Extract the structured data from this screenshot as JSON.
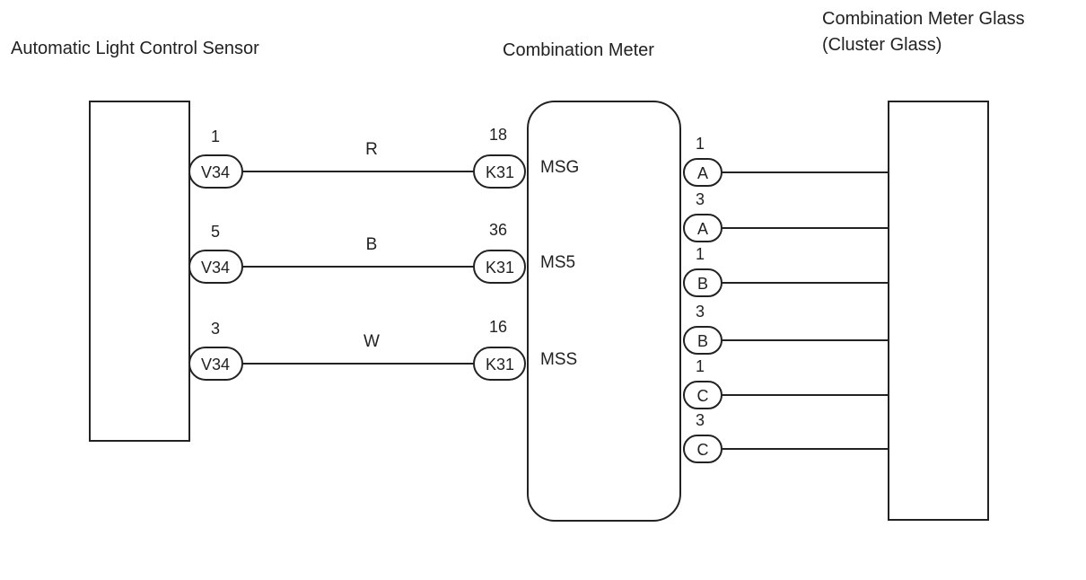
{
  "components": {
    "sensor_title": "Automatic Light Control Sensor",
    "meter_title": "Combination Meter",
    "glass_title_line1": "Combination Meter Glass",
    "glass_title_line2": "(Cluster Glass)"
  },
  "left_circuits": [
    {
      "sensor_pin": "1",
      "sensor_connector": "V34",
      "wire_color": "R",
      "meter_pin": "18",
      "meter_connector": "K31",
      "terminal": "MSG"
    },
    {
      "sensor_pin": "5",
      "sensor_connector": "V34",
      "wire_color": "B",
      "meter_pin": "36",
      "meter_connector": "K31",
      "terminal": "MS5"
    },
    {
      "sensor_pin": "3",
      "sensor_connector": "V34",
      "wire_color": "W",
      "meter_pin": "16",
      "meter_connector": "K31",
      "terminal": "MSS"
    }
  ],
  "right_circuits": [
    {
      "pin": "1",
      "connector": "A"
    },
    {
      "pin": "3",
      "connector": "A"
    },
    {
      "pin": "1",
      "connector": "B"
    },
    {
      "pin": "3",
      "connector": "B"
    },
    {
      "pin": "1",
      "connector": "C"
    },
    {
      "pin": "3",
      "connector": "C"
    }
  ]
}
